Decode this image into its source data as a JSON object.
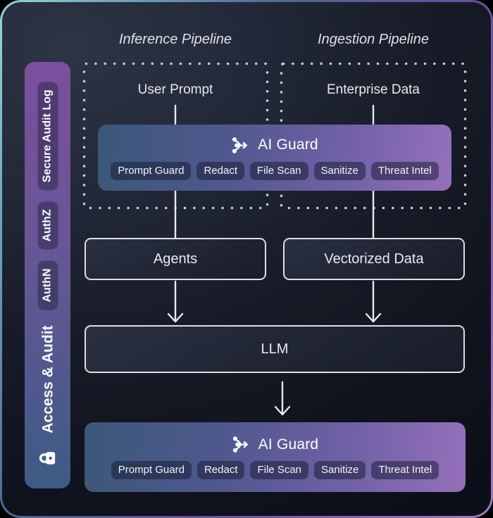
{
  "diagram": {
    "pipelines": [
      {
        "label": "Inference Pipeline",
        "input": "User Prompt"
      },
      {
        "label": "Ingestion Pipeline",
        "input": "Enterprise Data"
      }
    ],
    "guard": {
      "title": "AI Guard",
      "icon": "merge-icon",
      "features": [
        "Prompt Guard",
        "Redact",
        "File Scan",
        "Sanitize",
        "Threat Intel"
      ]
    },
    "nodes": {
      "agents": "Agents",
      "vectorized": "Vectorized Data",
      "llm": "LLM"
    }
  },
  "sidebar": {
    "icon": "lock-icon",
    "title": "Access & Audit",
    "badges": [
      "AuthN",
      "AuthZ",
      "Secure Audit Log"
    ]
  },
  "colors": {
    "border_teal": "#8fd8dc",
    "border_purple": "#9d7bc4",
    "banner_blue": "#3b5878",
    "banner_purple": "#9570bb",
    "sidebar_purple": "#7c4f9d",
    "sidebar_blue": "#3d5b85",
    "chip_bg": "rgba(23,27,50,0.52)",
    "card_bg": "#171b27",
    "line": "#e6e9ee",
    "dots": "#c9cfd8"
  }
}
